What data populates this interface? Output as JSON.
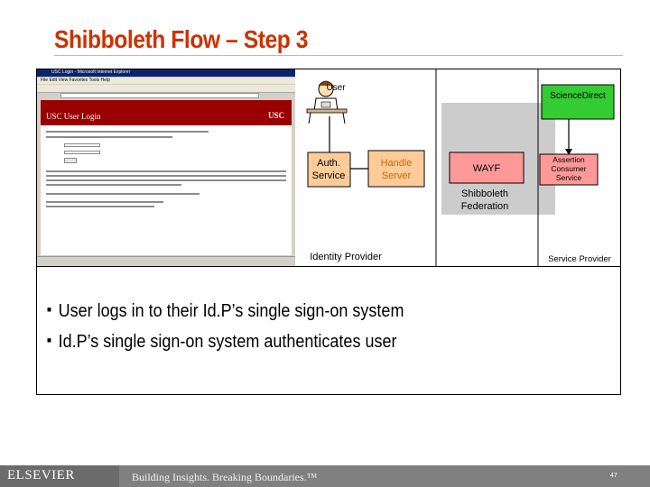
{
  "slide": {
    "title": "Shibboleth Flow – Step 3",
    "page_number": "47"
  },
  "diagram": {
    "user_label": "User",
    "auth_service": [
      "Auth.",
      "Service"
    ],
    "handle_server": [
      "Handle",
      "Server"
    ],
    "wayf": "WAYF",
    "assertion_consumer": [
      "Assertion",
      "Consumer",
      "Service"
    ],
    "sciencedirect": "ScienceDirect",
    "federation": [
      "Shibboleth",
      "Federation"
    ],
    "identity_provider": "Identity Provider",
    "service_provider": "Service Provider",
    "colors": {
      "idp_box": "#ffcc99",
      "sp_box": "#ff9999",
      "sciencedirect_box": "#33cc33",
      "federation_area": "#cccccc",
      "handle_text": "#cc6600",
      "line": "#000000"
    }
  },
  "browser": {
    "window_title": "USC Login - Microsoft Internet Explorer",
    "menu": "File  Edit  View  Favorites  Tools  Help",
    "page_heading": "USC User Login",
    "logo": "USC"
  },
  "bullets": [
    "User logs in to their Id.P’s single sign-on system",
    "Id.P’s single sign-on system authenticates user"
  ],
  "footer": {
    "brand": "ELSEVIER",
    "tagline": "Building Insights. Breaking Boundaries.™"
  }
}
